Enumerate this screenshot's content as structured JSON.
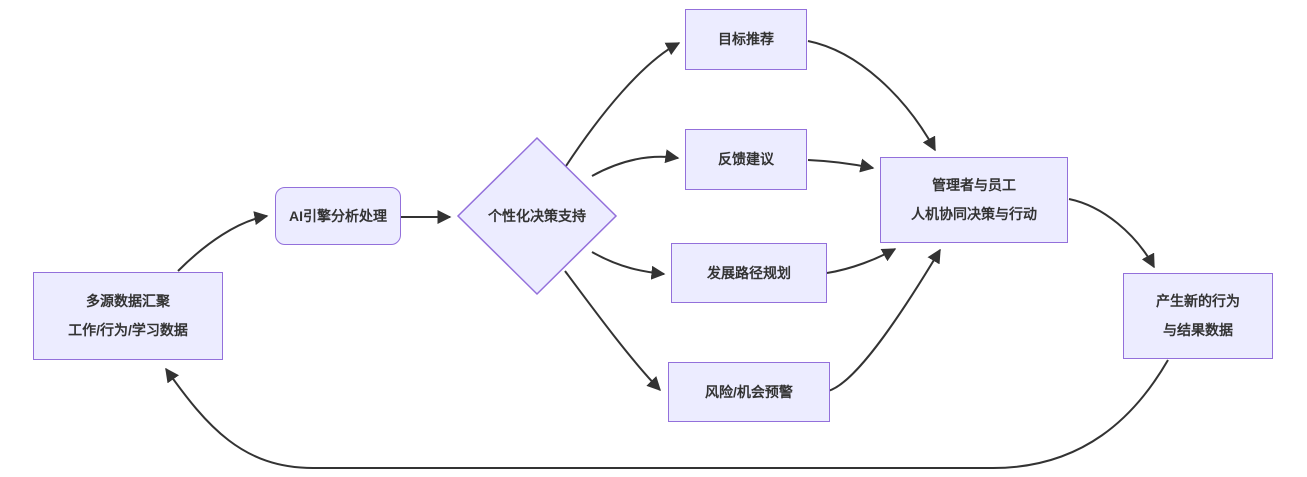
{
  "diagram": {
    "type": "flowchart",
    "direction": "left-to-right",
    "colors": {
      "background": "#ffffff",
      "node_fill": "#ECECFF",
      "node_border": "#9370DB",
      "edge_line": "#333333",
      "text": "#333333"
    },
    "nodes": {
      "source": {
        "shape": "rectangle",
        "line1": "多源数据汇聚",
        "line2": "工作/行为/学习数据"
      },
      "ai": {
        "shape": "rounded-rectangle",
        "label": "AI引擎分析处理"
      },
      "decision": {
        "shape": "diamond",
        "label": "个性化决策支持"
      },
      "goal": {
        "shape": "rectangle",
        "label": "目标推荐"
      },
      "feedback": {
        "shape": "rectangle",
        "label": "反馈建议"
      },
      "devpath": {
        "shape": "rectangle",
        "label": "发展路径规划"
      },
      "risk": {
        "shape": "rectangle",
        "label": "风险/机会预警"
      },
      "manager": {
        "shape": "rectangle",
        "line1": "管理者与员工",
        "line2": "人机协同决策与行动"
      },
      "result": {
        "shape": "rectangle",
        "line1": "产生新的行为",
        "line2": "与结果数据"
      }
    },
    "edges": [
      {
        "from": "source",
        "to": "ai"
      },
      {
        "from": "ai",
        "to": "decision"
      },
      {
        "from": "decision",
        "to": "goal"
      },
      {
        "from": "decision",
        "to": "feedback"
      },
      {
        "from": "decision",
        "to": "devpath"
      },
      {
        "from": "decision",
        "to": "risk"
      },
      {
        "from": "goal",
        "to": "manager"
      },
      {
        "from": "feedback",
        "to": "manager"
      },
      {
        "from": "devpath",
        "to": "manager"
      },
      {
        "from": "risk",
        "to": "manager"
      },
      {
        "from": "manager",
        "to": "result"
      },
      {
        "from": "result",
        "to": "source"
      }
    ]
  }
}
